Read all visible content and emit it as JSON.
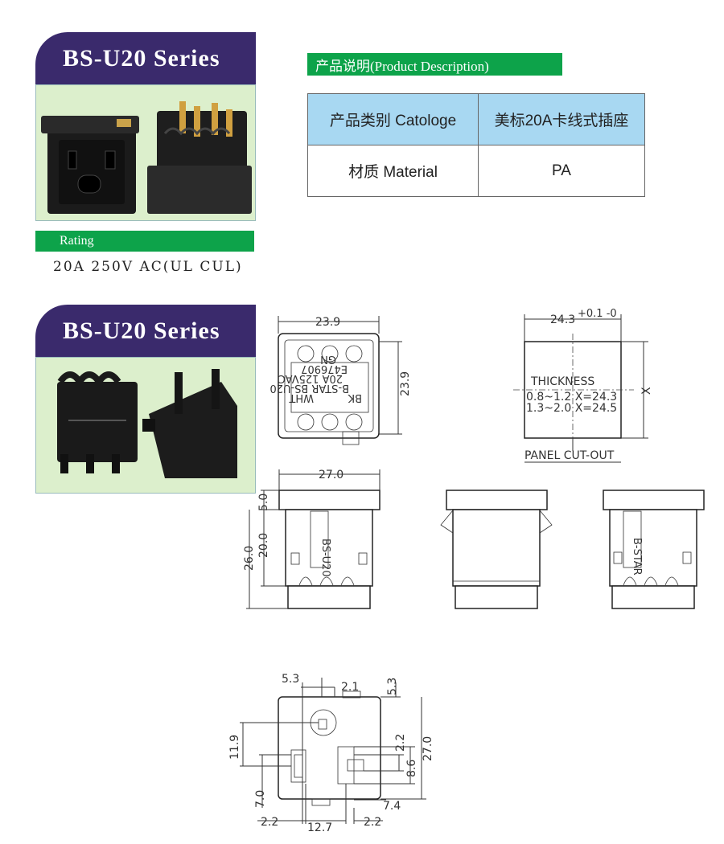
{
  "series_title_1": "BS-U20 Series",
  "series_title_2": "BS-U20 Series",
  "product_description_label": "产品说明(Product Description)",
  "spec_table": {
    "rows": [
      {
        "label": "产品类别 Catologe",
        "value": "美标20A卡线式插座"
      },
      {
        "label": "材质 Material",
        "value": "PA"
      }
    ]
  },
  "rating_label": "Rating",
  "rating_value": "20A 250V AC(UL CUL)",
  "drawing": {
    "top_width": "23.9",
    "top_height": "23.9",
    "label_bk": "BK",
    "label_wht": "WHT",
    "label_gn": "GN",
    "label_model": "B-STAR BS-U20",
    "label_rating": "20A 125VAC",
    "label_file": "E476907",
    "cutout_width": "24.3",
    "cutout_tol": "+0.1 -0",
    "cutout_height_var": "X",
    "thickness_label": "THICKNESS",
    "thickness_row1": "0.8~1.2  X=24.3",
    "thickness_row2": "1.3~2.0  X=24.5",
    "panel_cutout_label": "PANEL CUT-OUT",
    "side_width": "27.0",
    "side_flange": "5.0",
    "side_body": "20.0",
    "side_total": "26.0",
    "side_label_model": "BS-U20",
    "side_label_brand": "B-STAR",
    "front_5_3_a": "5.3",
    "front_2_1": "2.1",
    "front_5_3_b": "5.3",
    "front_11_9": "11.9",
    "front_2_2_right": "2.2",
    "front_27_0": "27.0",
    "front_8_6": "8.6",
    "front_7_0": "7.0",
    "front_7_4": "7.4",
    "front_2_2_bl": "2.2",
    "front_12_7": "12.7",
    "front_2_2_br": "2.2"
  }
}
